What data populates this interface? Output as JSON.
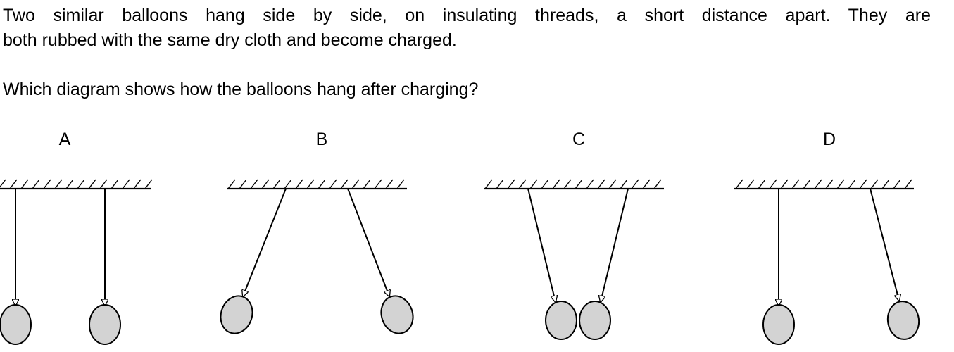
{
  "question": {
    "line1": "Two similar balloons hang side by side, on insulating threads, a short distance apart. They are",
    "line2": "both rubbed with the same dry cloth and become charged.",
    "prompt": "Which diagram shows how the balloons hang after charging?"
  },
  "options": [
    {
      "label": "A",
      "description": "both threads vertical, balloons apart"
    },
    {
      "label": "B",
      "description": "threads angled outward, balloons repel"
    },
    {
      "label": "C",
      "description": "threads angled inward, balloons touching"
    },
    {
      "label": "D",
      "description": "left thread vertical, right thread angled"
    }
  ],
  "colors": {
    "balloon_fill": "#d3d3d3",
    "line": "#000000",
    "background": "#ffffff"
  }
}
